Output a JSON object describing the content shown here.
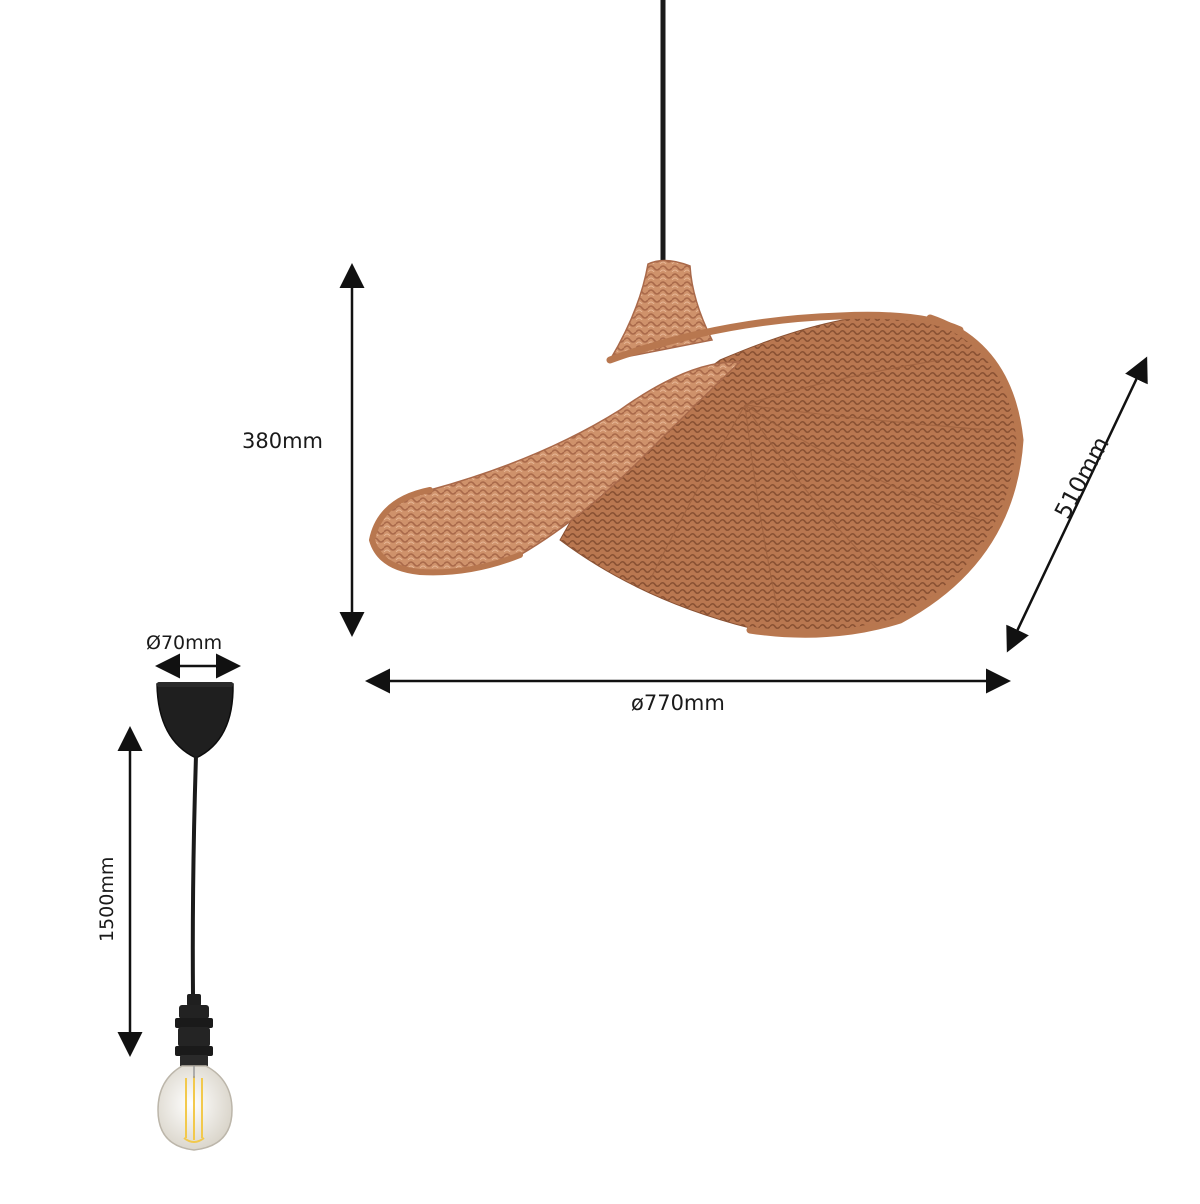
{
  "dimensions": {
    "shade_height": "380mm",
    "shade_diameter": "ø770mm",
    "shade_depth": "510mm",
    "canopy_diameter": "Ø70mm",
    "cable_length": "1500mm"
  },
  "colors": {
    "rattan_light": "#d9a27f",
    "rattan_mid": "#c98a63",
    "rattan_dark": "#9c5f3d",
    "cable": "#1a1a1a",
    "arrow": "#111111",
    "bulb_glass": "#e8e4dc",
    "filament": "#f2c94c"
  }
}
